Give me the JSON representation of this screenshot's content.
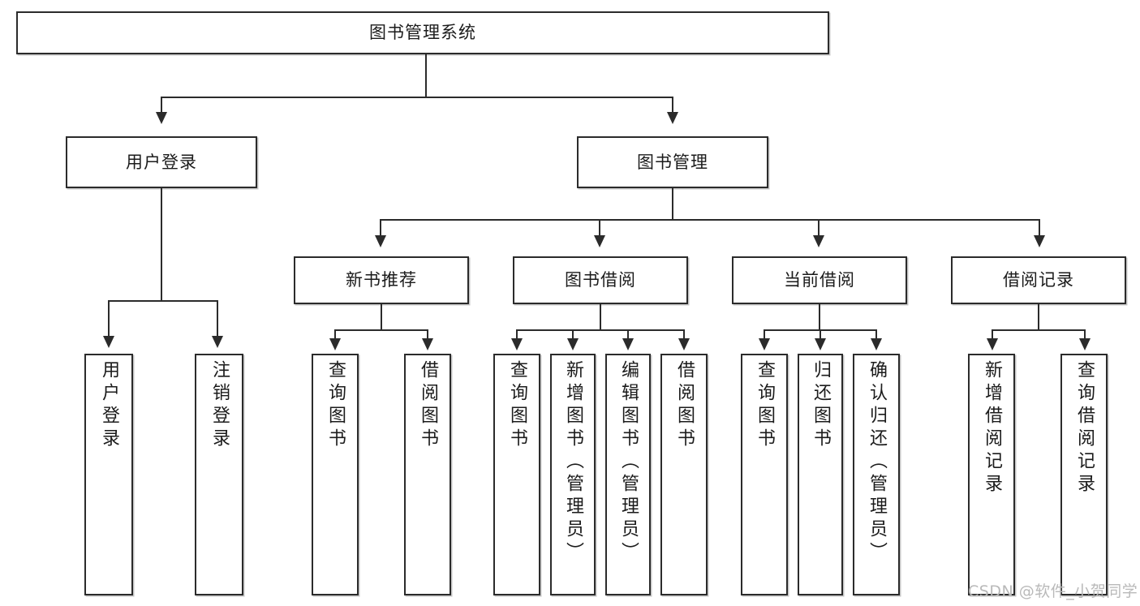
{
  "diagram": {
    "title": "图书管理系统",
    "type": "hierarchy-tree",
    "levels": [
      {
        "level": 1,
        "nodes": [
          {
            "id": "root",
            "label": "图书管理系统",
            "orientation": "horizontal"
          }
        ]
      },
      {
        "level": 2,
        "nodes": [
          {
            "id": "login",
            "label": "用户登录",
            "orientation": "horizontal",
            "parent": "root"
          },
          {
            "id": "bookmgmt",
            "label": "图书管理",
            "orientation": "horizontal",
            "parent": "root"
          }
        ]
      },
      {
        "level": 3,
        "nodes": [
          {
            "id": "newbook",
            "label": "新书推荐",
            "orientation": "horizontal",
            "parent": "bookmgmt"
          },
          {
            "id": "borrow",
            "label": "图书借阅",
            "orientation": "horizontal",
            "parent": "bookmgmt"
          },
          {
            "id": "current",
            "label": "当前借阅",
            "orientation": "horizontal",
            "parent": "bookmgmt"
          },
          {
            "id": "records",
            "label": "借阅记录",
            "orientation": "horizontal",
            "parent": "bookmgmt"
          }
        ]
      },
      {
        "level": 4,
        "nodes": [
          {
            "id": "leaf-1",
            "label": "用户登录",
            "orientation": "vertical",
            "parent": "login"
          },
          {
            "id": "leaf-2",
            "label": "注销登录",
            "orientation": "vertical",
            "parent": "login"
          },
          {
            "id": "leaf-3",
            "label": "查询图书",
            "orientation": "vertical",
            "parent": "newbook"
          },
          {
            "id": "leaf-4",
            "label": "借阅图书",
            "orientation": "vertical",
            "parent": "newbook"
          },
          {
            "id": "leaf-5",
            "label": "查询图书",
            "orientation": "vertical",
            "parent": "borrow"
          },
          {
            "id": "leaf-6",
            "label": "新增图书（管理员）",
            "orientation": "vertical",
            "parent": "borrow"
          },
          {
            "id": "leaf-7",
            "label": "编辑图书（管理员）",
            "orientation": "vertical",
            "parent": "borrow"
          },
          {
            "id": "leaf-8",
            "label": "借阅图书",
            "orientation": "vertical",
            "parent": "borrow"
          },
          {
            "id": "leaf-9",
            "label": "查询图书",
            "orientation": "vertical",
            "parent": "current"
          },
          {
            "id": "leaf-10",
            "label": "归还图书",
            "orientation": "vertical",
            "parent": "current"
          },
          {
            "id": "leaf-11",
            "label": "确认归还（管理员）",
            "orientation": "vertical",
            "parent": "current"
          },
          {
            "id": "leaf-12",
            "label": "新增借阅记录",
            "orientation": "vertical",
            "parent": "records"
          },
          {
            "id": "leaf-13",
            "label": "查询借阅记录",
            "orientation": "vertical",
            "parent": "records"
          }
        ]
      }
    ]
  },
  "watermark": {
    "text": "CSDN @软件_小贺同学"
  },
  "colors": {
    "stroke": "#2b2b2b",
    "fill": "#ffffff",
    "text": "#1b1b1b",
    "watermark": "#b9b9b9",
    "background": "#ffffff"
  }
}
